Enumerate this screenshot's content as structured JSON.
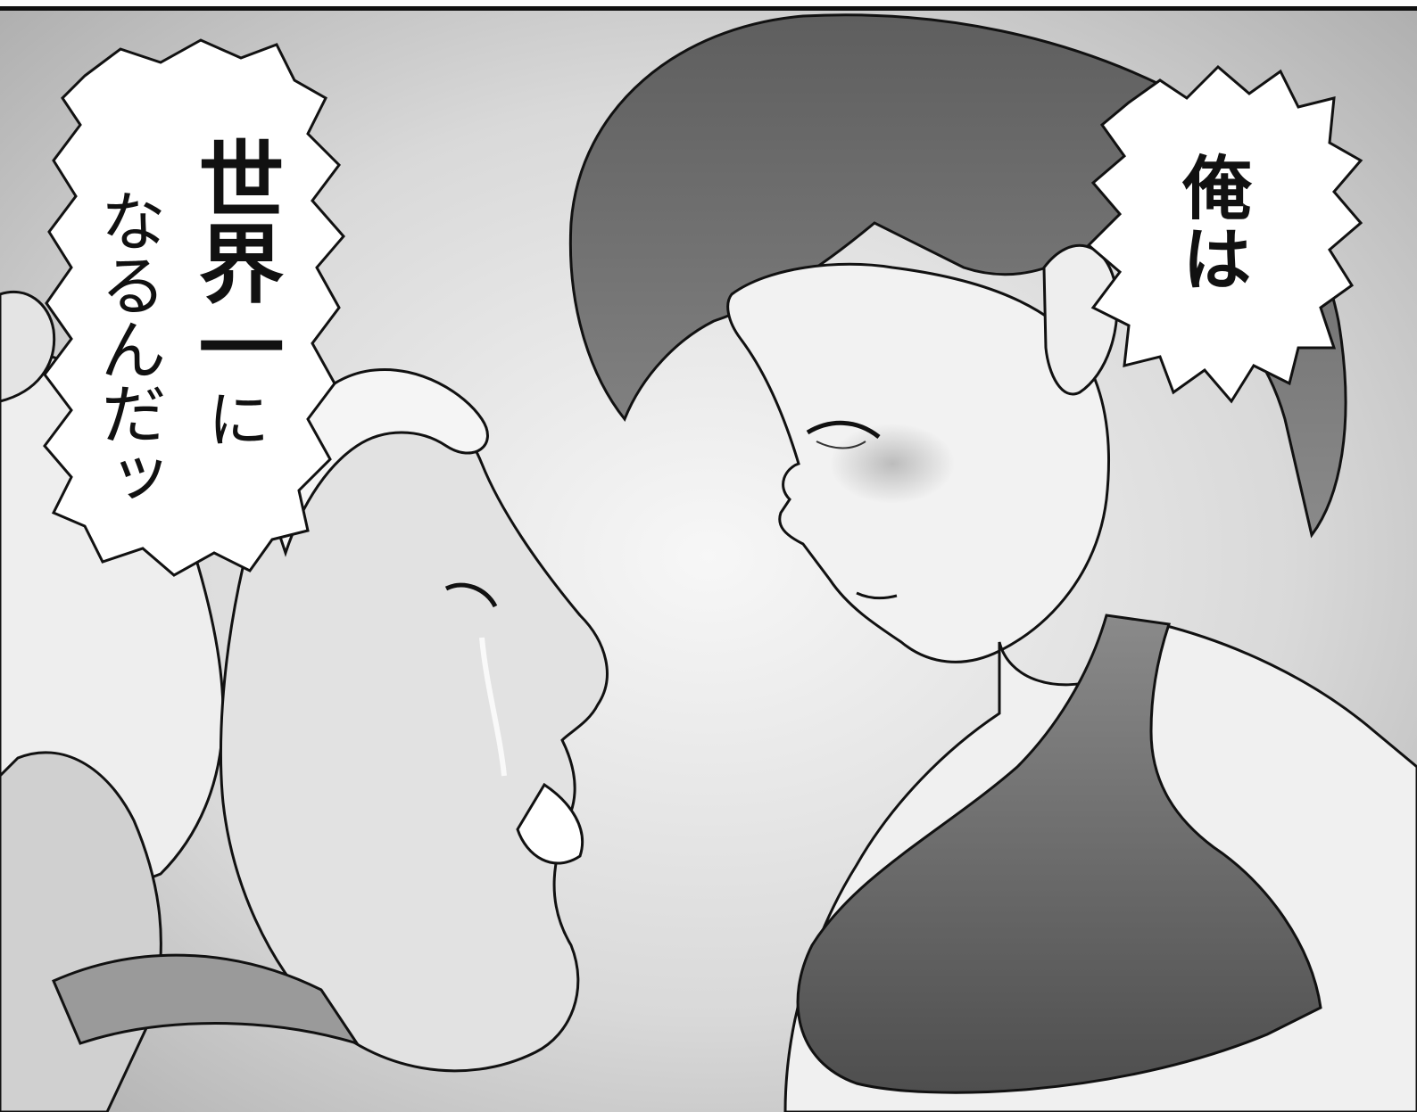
{
  "speech_bubbles": {
    "right": {
      "text": "俺は"
    },
    "left": {
      "line1_bold": "世界一",
      "line1_suffix": "に",
      "line2": "なるんだッ"
    }
  },
  "colors": {
    "background_tone": "#9a9a9a",
    "ink": "#111111",
    "skin_shade": "#d8d8d8",
    "top_shade": "#6e6e6e"
  }
}
